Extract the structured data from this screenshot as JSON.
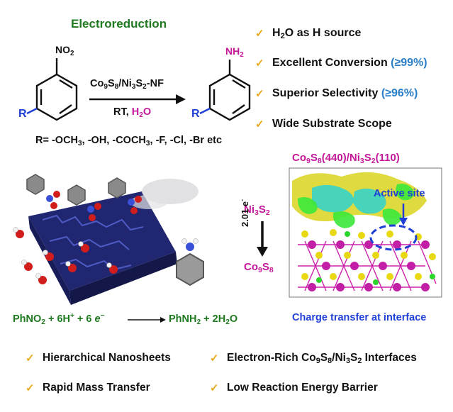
{
  "reaction": {
    "heading": "Electroreduction",
    "substituent_left": "R",
    "substituent_right": "R",
    "reactant_group": "NO₂",
    "product_group": "NH₂",
    "catalyst": "Co₉S₈/Ni₃S₂-NF",
    "conditions_prefix": "RT, ",
    "conditions_solvent": "H₂O",
    "r_groups": "R= -OCH₃, -OH, -COCH₃, -F, -Cl, -Br etc"
  },
  "features": [
    {
      "text": "H₂O as H source",
      "highlight": ""
    },
    {
      "text": "Excellent Conversion ",
      "highlight": "(≥99%)"
    },
    {
      "text": "Superior Selectivity ",
      "highlight": "(≥96%)"
    },
    {
      "text": "Wide Substrate Scope",
      "highlight": ""
    }
  ],
  "interface": {
    "title": "Co₉S₈(440)/Ni₃S₂(110)",
    "donor": "Ni₃S₂",
    "acceptor": "Co₉S₈",
    "electrons": "2.01 e⁻",
    "active_site": "Active site",
    "caption": "Charge transfer at interface"
  },
  "equation": {
    "left": "PhNO₂ + 6H⁺ + 6 e⁻",
    "right": "PhNH₂ + 2H₂O"
  },
  "advantages": [
    "Hierarchical Nanosheets",
    "Electron-Rich Co₉S₈/Ni₃S₂ Interfaces",
    "Rapid Mass Transfer",
    "Low Reaction Energy Barrier"
  ],
  "colors": {
    "heading": "#1f7a1f",
    "accent_blue": "#1f3fd6",
    "magenta": "#c4189a",
    "percent_blue": "#2a7fc8",
    "check": "#e8a81c",
    "nanosheet": "#1a1f6e"
  }
}
